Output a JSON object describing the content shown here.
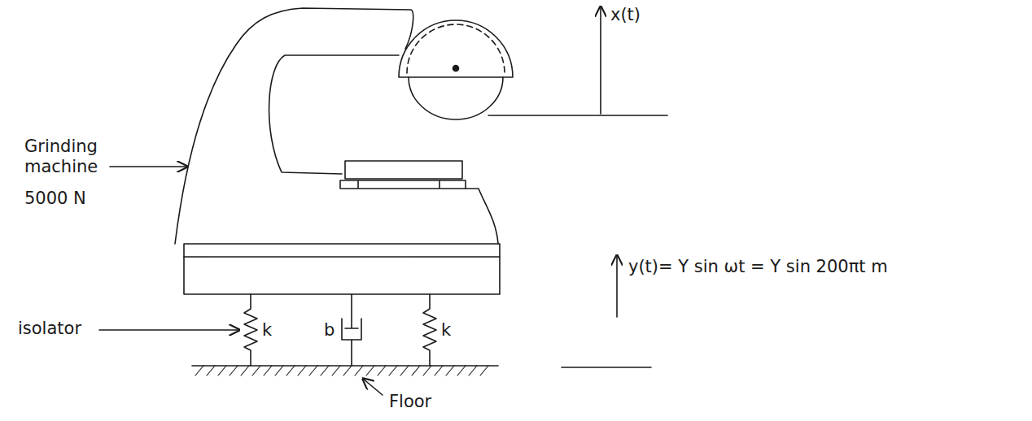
{
  "diagram": {
    "labels": [
      "Grinding machine",
      "5000 N",
      "x(t)",
      "y(t)= Y sin ωt = Y sin 200πt   m",
      "isolator",
      "k",
      "b",
      "k",
      "Floor"
    ]
  }
}
